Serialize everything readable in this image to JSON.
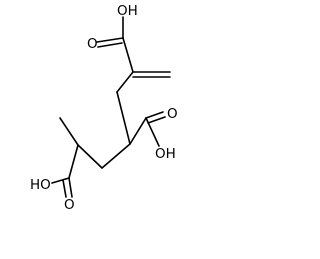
{
  "molecule": {
    "labels": {
      "oh_top": "OH",
      "o_top": "O",
      "o_mid": "O",
      "oh_mid": "OH",
      "oh_bottom": "HO",
      "o_bottom": "O"
    }
  }
}
